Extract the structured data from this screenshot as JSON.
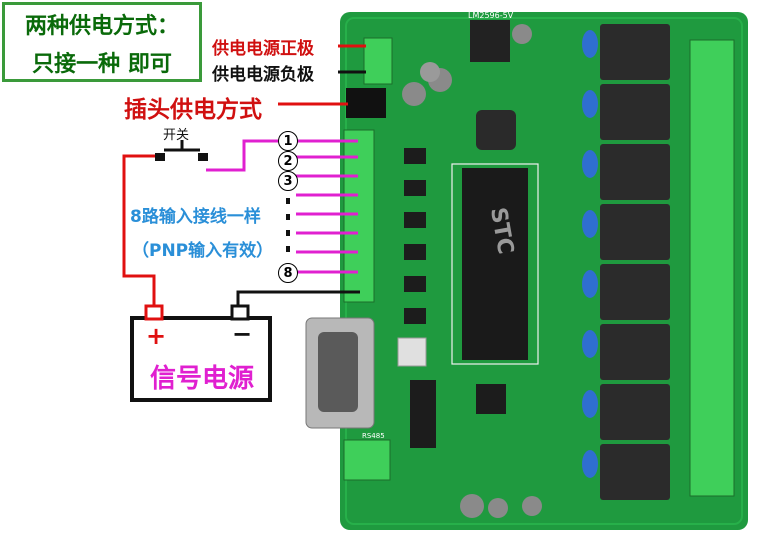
{
  "title": {
    "line1": "两种供电方式：",
    "line2": "只接一种 即可"
  },
  "power_labels": {
    "positive": "供电电源正极",
    "negative": "供电电源负极",
    "plug": "插头供电方式"
  },
  "switch_label": "开关",
  "inputs_note": {
    "line1": "8路输入接线一样",
    "line2": "（PNP输入有效）"
  },
  "input_numbers": [
    "1",
    "2",
    "3",
    "8"
  ],
  "battery": {
    "plus": "+",
    "minus": "−",
    "label": "信号电源"
  },
  "board": {
    "chip_text": "STC",
    "ic_label": "LM2596-5V",
    "connector_label": "RS485"
  },
  "colors": {
    "pcb": "#1f9a3f",
    "wire_input": "#e020d0",
    "wire_positive": "#e01010",
    "wire_negative": "#111111",
    "relay": "#2b2b2b",
    "terminal": "#3fcf5a"
  }
}
